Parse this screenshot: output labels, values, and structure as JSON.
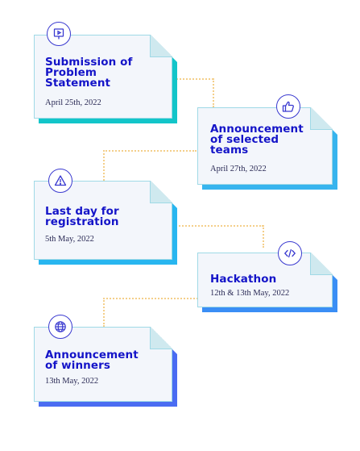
{
  "timeline": [
    {
      "title_lines": [
        "Submission of",
        "Problem",
        "Statement"
      ],
      "date": "April 25th, 2022",
      "icon": "presentation-icon",
      "shadow": "#12c5c9"
    },
    {
      "title_lines": [
        "Announcement",
        "of selected",
        "teams"
      ],
      "date": "April 27th, 2022",
      "icon": "thumbs-up-icon",
      "shadow": "#37b4ee"
    },
    {
      "title_lines": [
        "Last day for",
        "registration"
      ],
      "date": "5th May, 2022",
      "icon": "warning-icon",
      "shadow": "#28b6f0"
    },
    {
      "title_lines": [
        "Hackathon"
      ],
      "date": "12th & 13th May, 2022",
      "icon": "code-icon",
      "shadow": "#3a8ef5"
    },
    {
      "title_lines": [
        "Announcement",
        "of winners"
      ],
      "date": "13th May, 2022",
      "icon": "globe-icon",
      "shadow": "#4a6cf2"
    }
  ],
  "colors": {
    "title": "#1414c8",
    "icon_stroke": "#3a3ad0",
    "connector": "#f4cf8a",
    "card_bg": "#f3f6fb",
    "card_border": "#9fd9e6"
  }
}
